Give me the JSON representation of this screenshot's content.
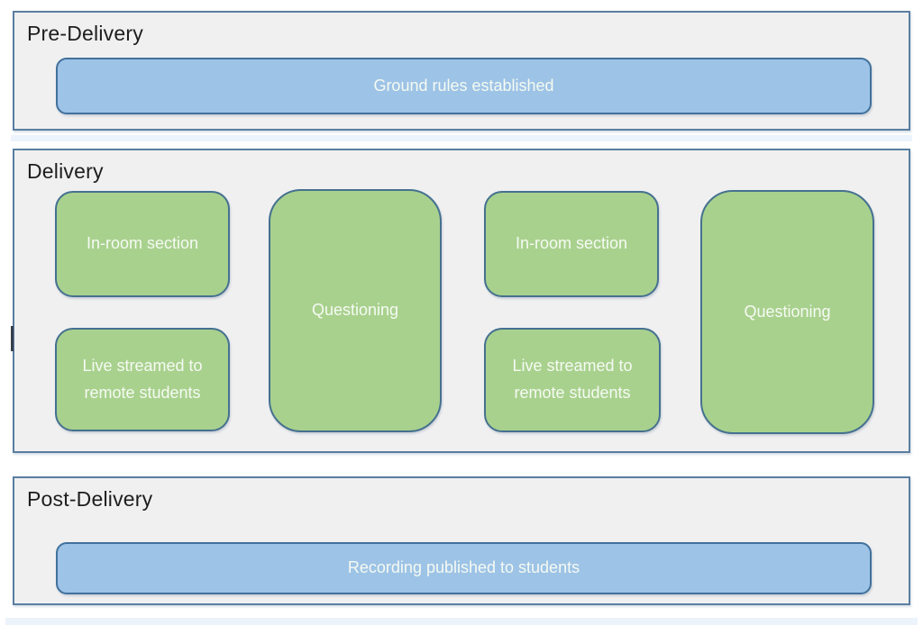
{
  "diagram": {
    "sections": [
      {
        "id": "pre-delivery",
        "title": "Pre-Delivery",
        "boxes": [
          {
            "label": "Ground rules established",
            "type": "blue"
          }
        ]
      },
      {
        "id": "delivery",
        "title": "Delivery",
        "boxes": [
          {
            "label": "In-room section",
            "type": "green"
          },
          {
            "label": "Questioning",
            "type": "green"
          },
          {
            "label": "In-room section",
            "type": "green"
          },
          {
            "label": "Live streamed to remote students",
            "type": "green"
          },
          {
            "label": "Live streamed to remote students",
            "type": "green"
          },
          {
            "label": "Questioning",
            "type": "green"
          }
        ]
      },
      {
        "id": "post-delivery",
        "title": "Post-Delivery",
        "boxes": [
          {
            "label": "Recording published to students",
            "type": "blue"
          }
        ]
      }
    ]
  },
  "colors": {
    "page_bg": "#ffffff",
    "section_fill": "#f0f0f1",
    "section_border": "#5a7ea1",
    "blue_fill": "#9dc3e6",
    "blue_border": "#41719c",
    "green_fill": "#a9d18e",
    "green_border": "#45718f",
    "label_text": "#f5faf2",
    "title_text": "#1e1e1e",
    "shadow_band": "#edf3fa"
  }
}
